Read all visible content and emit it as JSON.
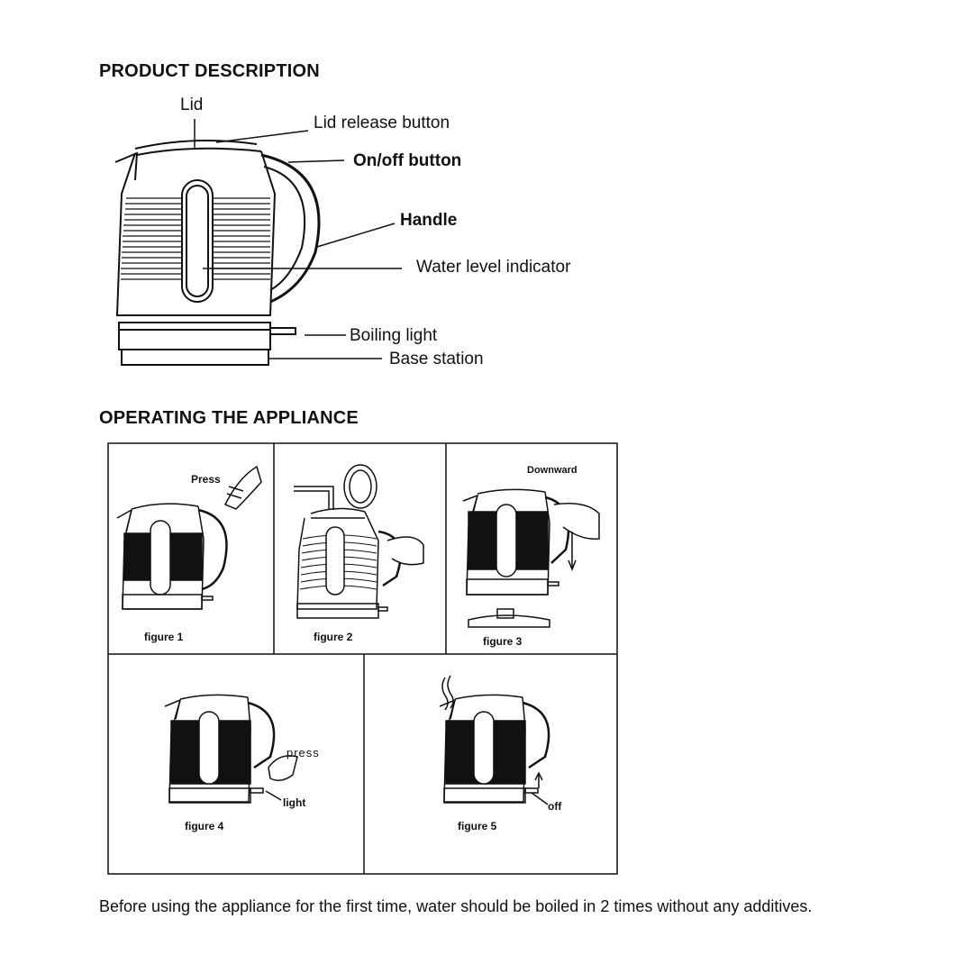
{
  "sections": {
    "product_description": "PRODUCT DESCRIPTION",
    "operating": "OPERATING THE APPLIANCE"
  },
  "labels": {
    "lid": "Lid",
    "lid_release": "Lid release button",
    "on_off": "On/off button",
    "handle": "Handle",
    "water_level": "Water level indicator",
    "boiling_light": "Boiling light",
    "base_station": "Base station"
  },
  "figures": {
    "fig1": {
      "caption": "figure  1",
      "annotation": "Press"
    },
    "fig2": {
      "caption": "figure  2"
    },
    "fig3": {
      "caption": "figure  3",
      "annotation": "Downward"
    },
    "fig4": {
      "caption": "figure  4",
      "annotation": "press",
      "annotation2": "light"
    },
    "fig5": {
      "caption": "figure  5",
      "annotation": "off"
    }
  },
  "footer_note": "Before using the appliance for the first time, water should be boiled in 2 times without any additives."
}
